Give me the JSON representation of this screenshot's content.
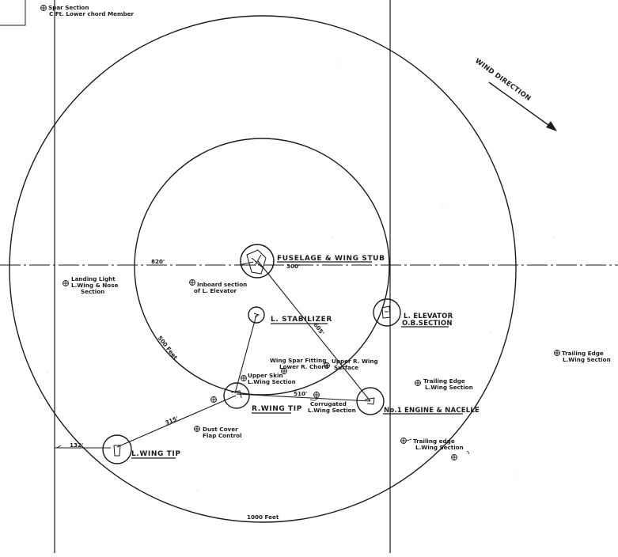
{
  "top_note": {
    "line1": "Spar Section",
    "line2": "C Ft. Lower chord Member"
  },
  "wind_direction": "WIND DIRECTION",
  "distances": {
    "d820": "820'",
    "d300": "300'",
    "d500": "500 Feet",
    "d605": "605'",
    "d510": "510'",
    "d315": "315'",
    "d1000": "1000 Feet",
    "d132": "132'"
  },
  "items": {
    "fuselage": "FUSELAGE & WING STUB",
    "stabilizer": "L. STABILIZER",
    "elevator_l1": "L. ELEVATOR",
    "elevator_l2": "O.B.SECTION",
    "rwing": "R.WING TIP",
    "lwing": "L.WING TIP",
    "engine": "No.1 ENGINE & NACELLE"
  },
  "notes": {
    "landing_light": [
      "Landing Light",
      "L.Wing & Nose",
      "Section"
    ],
    "inboard": [
      "Inboard section",
      "of L. Elevator"
    ],
    "spar_fitting": [
      "Wing Spar Fitting",
      "Lower R. Chord"
    ],
    "upper_rwing": [
      "Upper R. Wing",
      "Surface"
    ],
    "upper_skin": [
      "Upper Skin",
      "L.Wing Section"
    ],
    "corrugated": [
      "Corrugated",
      "L.Wing Section"
    ],
    "dust_cover": [
      "Dust Cover",
      "Flap Control"
    ],
    "te_inner": [
      "Trailing Edge",
      "L.Wing Section"
    ],
    "te_lower": [
      "Trailing edge",
      "L.Wing Section"
    ],
    "te_right": [
      "Trailing Edge",
      "L.Wing Section"
    ]
  }
}
